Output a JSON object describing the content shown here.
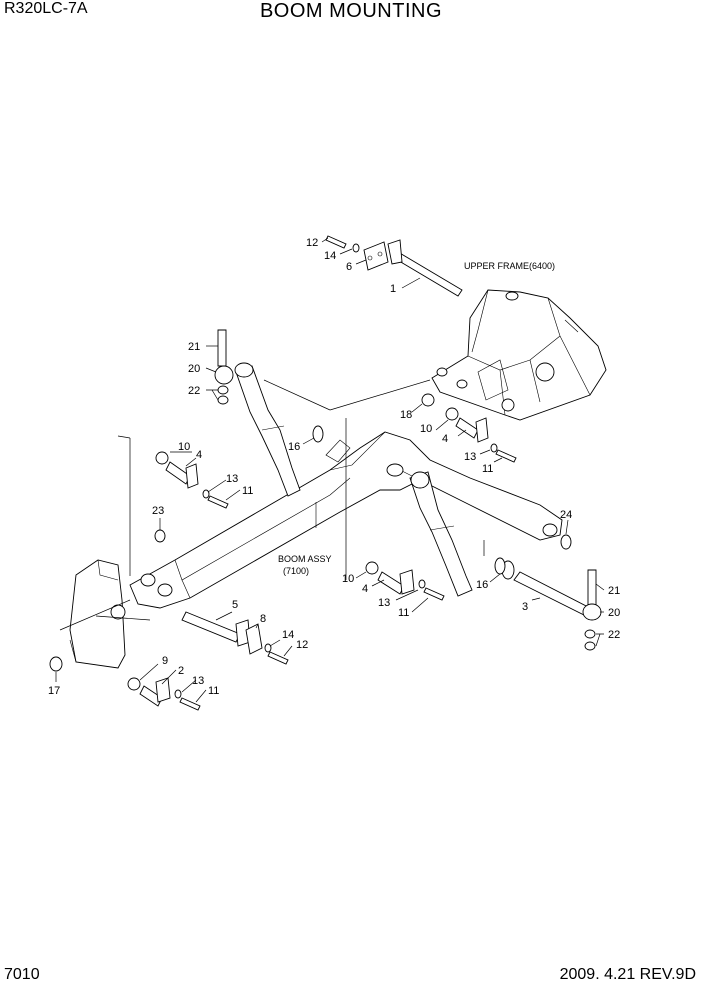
{
  "header": {
    "model": "R320LC-7A",
    "title": "BOOM MOUNTING"
  },
  "footer": {
    "page_number": "7010",
    "revision": "2009. 4.21  REV.9D"
  },
  "captions": {
    "upper_frame": "UPPER FRAME(6400)",
    "boom_assy_line1": "BOOM ASSY",
    "boom_assy_line2": "(7100)"
  },
  "callouts": [
    "12",
    "14",
    "6",
    "1",
    "21",
    "20",
    "22",
    "16",
    "18",
    "10",
    "4",
    "13",
    "11",
    "10",
    "4",
    "13",
    "11",
    "23",
    "24",
    "10",
    "4",
    "13",
    "11",
    "16",
    "3",
    "21",
    "20",
    "22",
    "5",
    "8",
    "14",
    "12",
    "17",
    "9",
    "2",
    "13",
    "11"
  ]
}
